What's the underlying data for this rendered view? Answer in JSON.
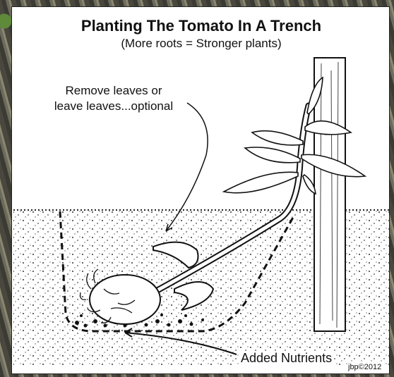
{
  "diagram": {
    "title": "Planting The Tomato In A Trench",
    "subtitle": "(More roots = Stronger plants)",
    "note_line1": "Remove leaves or",
    "note_line2": "leave leaves...optional",
    "nutrients_label": "Added Nutrients",
    "credit": "jbp©2012"
  }
}
